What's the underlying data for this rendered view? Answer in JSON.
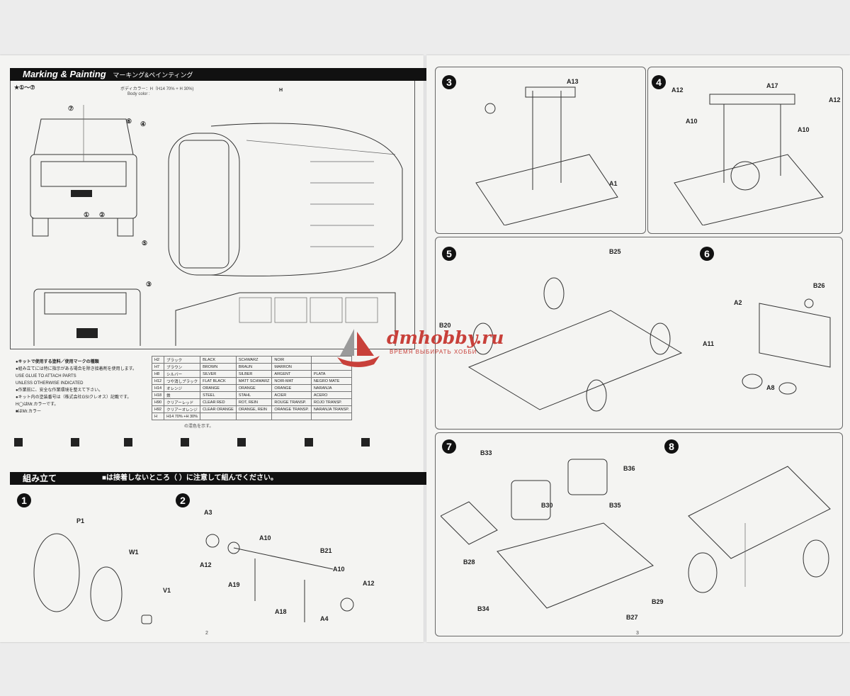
{
  "left_page": {
    "marking_title": "Marking & Painting",
    "marking_title_jp": "マーキング&ペインティング",
    "decal_ref": "★①～⑦",
    "body_color_jp": "ボディカラー：H（",
    "body_color": "H14 70% + H 30%)",
    "body_color_en": "Body color :",
    "paint_ref_top": "H",
    "markers": [
      "⑦",
      "⑥",
      "④",
      "①",
      "②",
      "⑤",
      "③"
    ],
    "notes_title": "●キットで使用する塗料／使用マークの種類",
    "notes_jp": "●組み立てには特に指示がある場合を除き接着剤を使用します。",
    "notes_en_1": "USE GLUE TO ATTACH PARTS",
    "notes_en_2": "UNLESS OTHERWISE INDICATED",
    "notes_jp2": "●作業前に、安全な作業環境を整えて下さい。",
    "notes_jp3": "●キット内の塗装番号は（株式会社GSIクレオス）記載です。",
    "notes_jp4": "H◯はMr.カラーです。",
    "notes_jp5": "■はMr.カラー",
    "paint_table": [
      [
        "H2",
        "ブラック",
        "BLACK",
        "SCHWARZ",
        "NOIR"
      ],
      [
        "H7",
        "ブラウン",
        "BROWN",
        "BRAUN",
        "MARRON"
      ],
      [
        "H8",
        "シルバー",
        "SILVER",
        "SILBER",
        "ARGENT",
        "PLATA"
      ],
      [
        "H12",
        "つや消しブラック",
        "FLAT BLACK",
        "MATT SCHWARZ",
        "NOIR-MAT",
        "NEGRO MATE"
      ],
      [
        "H14",
        "オレンジ",
        "ORANGE",
        "ORANGE",
        "ORANGE",
        "NARANJA"
      ],
      [
        "H18",
        "鉄",
        "STEEL",
        "STAHL",
        "ACIER",
        "ACERO"
      ],
      [
        "H90",
        "クリアーレッド",
        "CLEAR RED",
        "ROT, REIN",
        "ROUGE TRANSP.",
        "ROJO TRANSP."
      ],
      [
        "H92",
        "クリアーオレンジ",
        "CLEAR ORANGE",
        "ORANGE, REIN",
        "ORANGE TRANSP.",
        "NARANJA TRANSP."
      ],
      [
        "H",
        "H14 70% +H 30%",
        "",
        "",
        "",
        ""
      ]
    ],
    "paint_note": "の混色を示す。",
    "assembly_title": "組み立て",
    "assembly_note": "■は接着しないところ（ ）に注意して組んでください。",
    "page_number": "2"
  },
  "right_page": {
    "page_number": "3"
  },
  "steps": [
    "1",
    "2",
    "3",
    "4",
    "5",
    "6",
    "7",
    "8"
  ],
  "parts": {
    "s1": [
      "P1",
      "W1",
      "V1"
    ],
    "s2": [
      "A3",
      "A10",
      "B21",
      "A12",
      "A19",
      "A10",
      "A12",
      "A18",
      "A4"
    ],
    "s3": [
      "A13",
      "A1"
    ],
    "s4": [
      "A12",
      "A17",
      "A12",
      "A10",
      "A10"
    ],
    "s5": [
      "B25",
      "B20"
    ],
    "s6": [
      "B26",
      "A2",
      "A11",
      "A8"
    ],
    "s7": [
      "B33",
      "B36",
      "B30",
      "B35",
      "B28",
      "B34",
      "B27",
      "B29"
    ],
    "s8": []
  },
  "paint_codes": {
    "h12": "H12",
    "h8": "H8",
    "h2": "H2"
  },
  "watermark": {
    "site": "dmhobby.ru",
    "slogan": "ВРЕМЯ ВЫБИРАТЬ ХОББИ"
  },
  "colors": {
    "watermark": "#c8403a",
    "ink": "#222222",
    "paper": "#f4f4f2"
  }
}
